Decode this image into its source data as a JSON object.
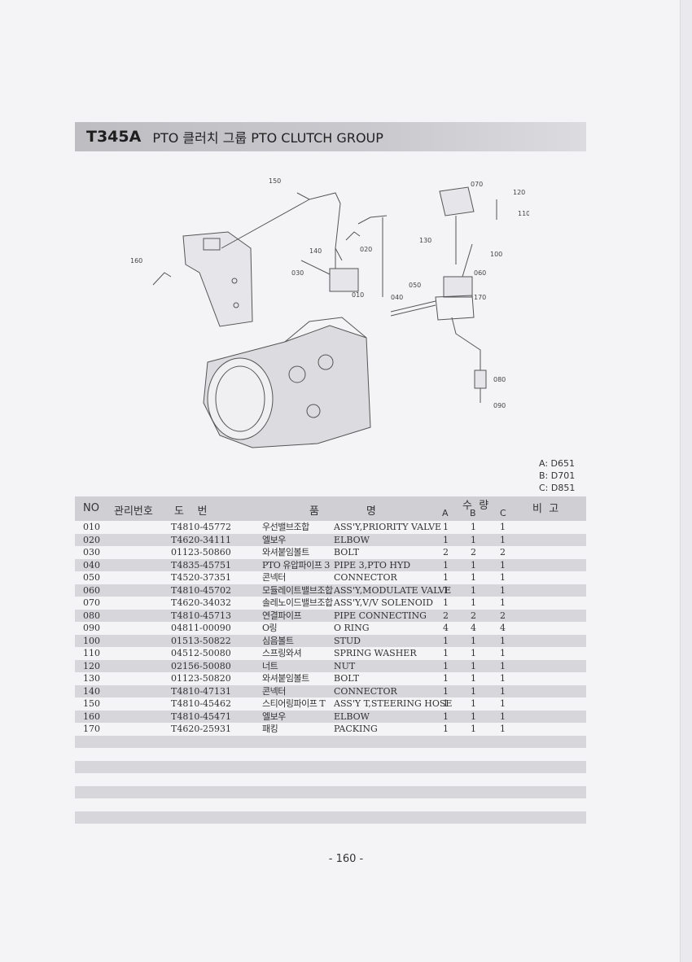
{
  "title": {
    "code": "T345A",
    "text": "PTO 클러치 그룹  PTO CLUTCH GROUP"
  },
  "diagram": {
    "callouts": [
      "150",
      "070",
      "120",
      "110",
      "020",
      "130",
      "160",
      "140",
      "100",
      "030",
      "060",
      "050",
      "010",
      "040",
      "170",
      "080",
      "090"
    ]
  },
  "legend": [
    "A: D651",
    "B: D701",
    "C: D851"
  ],
  "table": {
    "headers": {
      "no": "NO",
      "mgmt": "관리번호",
      "drawing": "도    번",
      "name": "품              명",
      "qty": "수  량",
      "a": "A",
      "b": "B",
      "c": "C",
      "remarks": "비  고"
    },
    "rows": [
      {
        "no": "010",
        "part": "T4810-45772",
        "kor": "우선밸브조합",
        "eng": "ASS'Y,PRIORITY VALVE",
        "a": "1",
        "b": "1",
        "c": "1"
      },
      {
        "no": "020",
        "part": "T4620-34111",
        "kor": "엘보우",
        "eng": "ELBOW",
        "a": "1",
        "b": "1",
        "c": "1"
      },
      {
        "no": "030",
        "part": "01123-50860",
        "kor": "와셔붙임볼트",
        "eng": "BOLT",
        "a": "2",
        "b": "2",
        "c": "2"
      },
      {
        "no": "040",
        "part": "T4835-45751",
        "kor": "PTO 유압파이프 3",
        "eng": "PIPE 3,PTO HYD",
        "a": "1",
        "b": "1",
        "c": "1"
      },
      {
        "no": "050",
        "part": "T4520-37351",
        "kor": "콘넥터",
        "eng": "CONNECTOR",
        "a": "1",
        "b": "1",
        "c": "1"
      },
      {
        "no": "060",
        "part": "T4810-45702",
        "kor": "모듈레이트밸브조합",
        "eng": "ASS'Y,MODULATE VALVE",
        "a": "1",
        "b": "1",
        "c": "1"
      },
      {
        "no": "070",
        "part": "T4620-34032",
        "kor": "솔레노이드밸브조합",
        "eng": "ASS'Y,V/V SOLENOID",
        "a": "1",
        "b": "1",
        "c": "1"
      },
      {
        "no": "080",
        "part": "T4810-45713",
        "kor": "연결파이프",
        "eng": "PIPE CONNECTING",
        "a": "2",
        "b": "2",
        "c": "2"
      },
      {
        "no": "090",
        "part": "04811-00090",
        "kor": "O링",
        "eng": "O RING",
        "a": "4",
        "b": "4",
        "c": "4"
      },
      {
        "no": "100",
        "part": "01513-50822",
        "kor": "심음볼트",
        "eng": "STUD",
        "a": "1",
        "b": "1",
        "c": "1"
      },
      {
        "no": "110",
        "part": "04512-50080",
        "kor": "스프링와셔",
        "eng": "SPRING WASHER",
        "a": "1",
        "b": "1",
        "c": "1"
      },
      {
        "no": "120",
        "part": "02156-50080",
        "kor": "너트",
        "eng": "NUT",
        "a": "1",
        "b": "1",
        "c": "1"
      },
      {
        "no": "130",
        "part": "01123-50820",
        "kor": "와셔붙임볼트",
        "eng": "BOLT",
        "a": "1",
        "b": "1",
        "c": "1"
      },
      {
        "no": "140",
        "part": "T4810-47131",
        "kor": "콘넥터",
        "eng": "CONNECTOR",
        "a": "1",
        "b": "1",
        "c": "1"
      },
      {
        "no": "150",
        "part": "T4810-45462",
        "kor": "스티어링파이프 T",
        "eng": "ASS'Y T,STEERING HOSE",
        "a": "1",
        "b": "1",
        "c": "1"
      },
      {
        "no": "160",
        "part": "T4810-45471",
        "kor": "엘보우",
        "eng": "ELBOW",
        "a": "1",
        "b": "1",
        "c": "1"
      },
      {
        "no": "170",
        "part": "T4620-25931",
        "kor": "패킹",
        "eng": "PACKING",
        "a": "1",
        "b": "1",
        "c": "1"
      }
    ]
  },
  "page_number": "- 160 -"
}
